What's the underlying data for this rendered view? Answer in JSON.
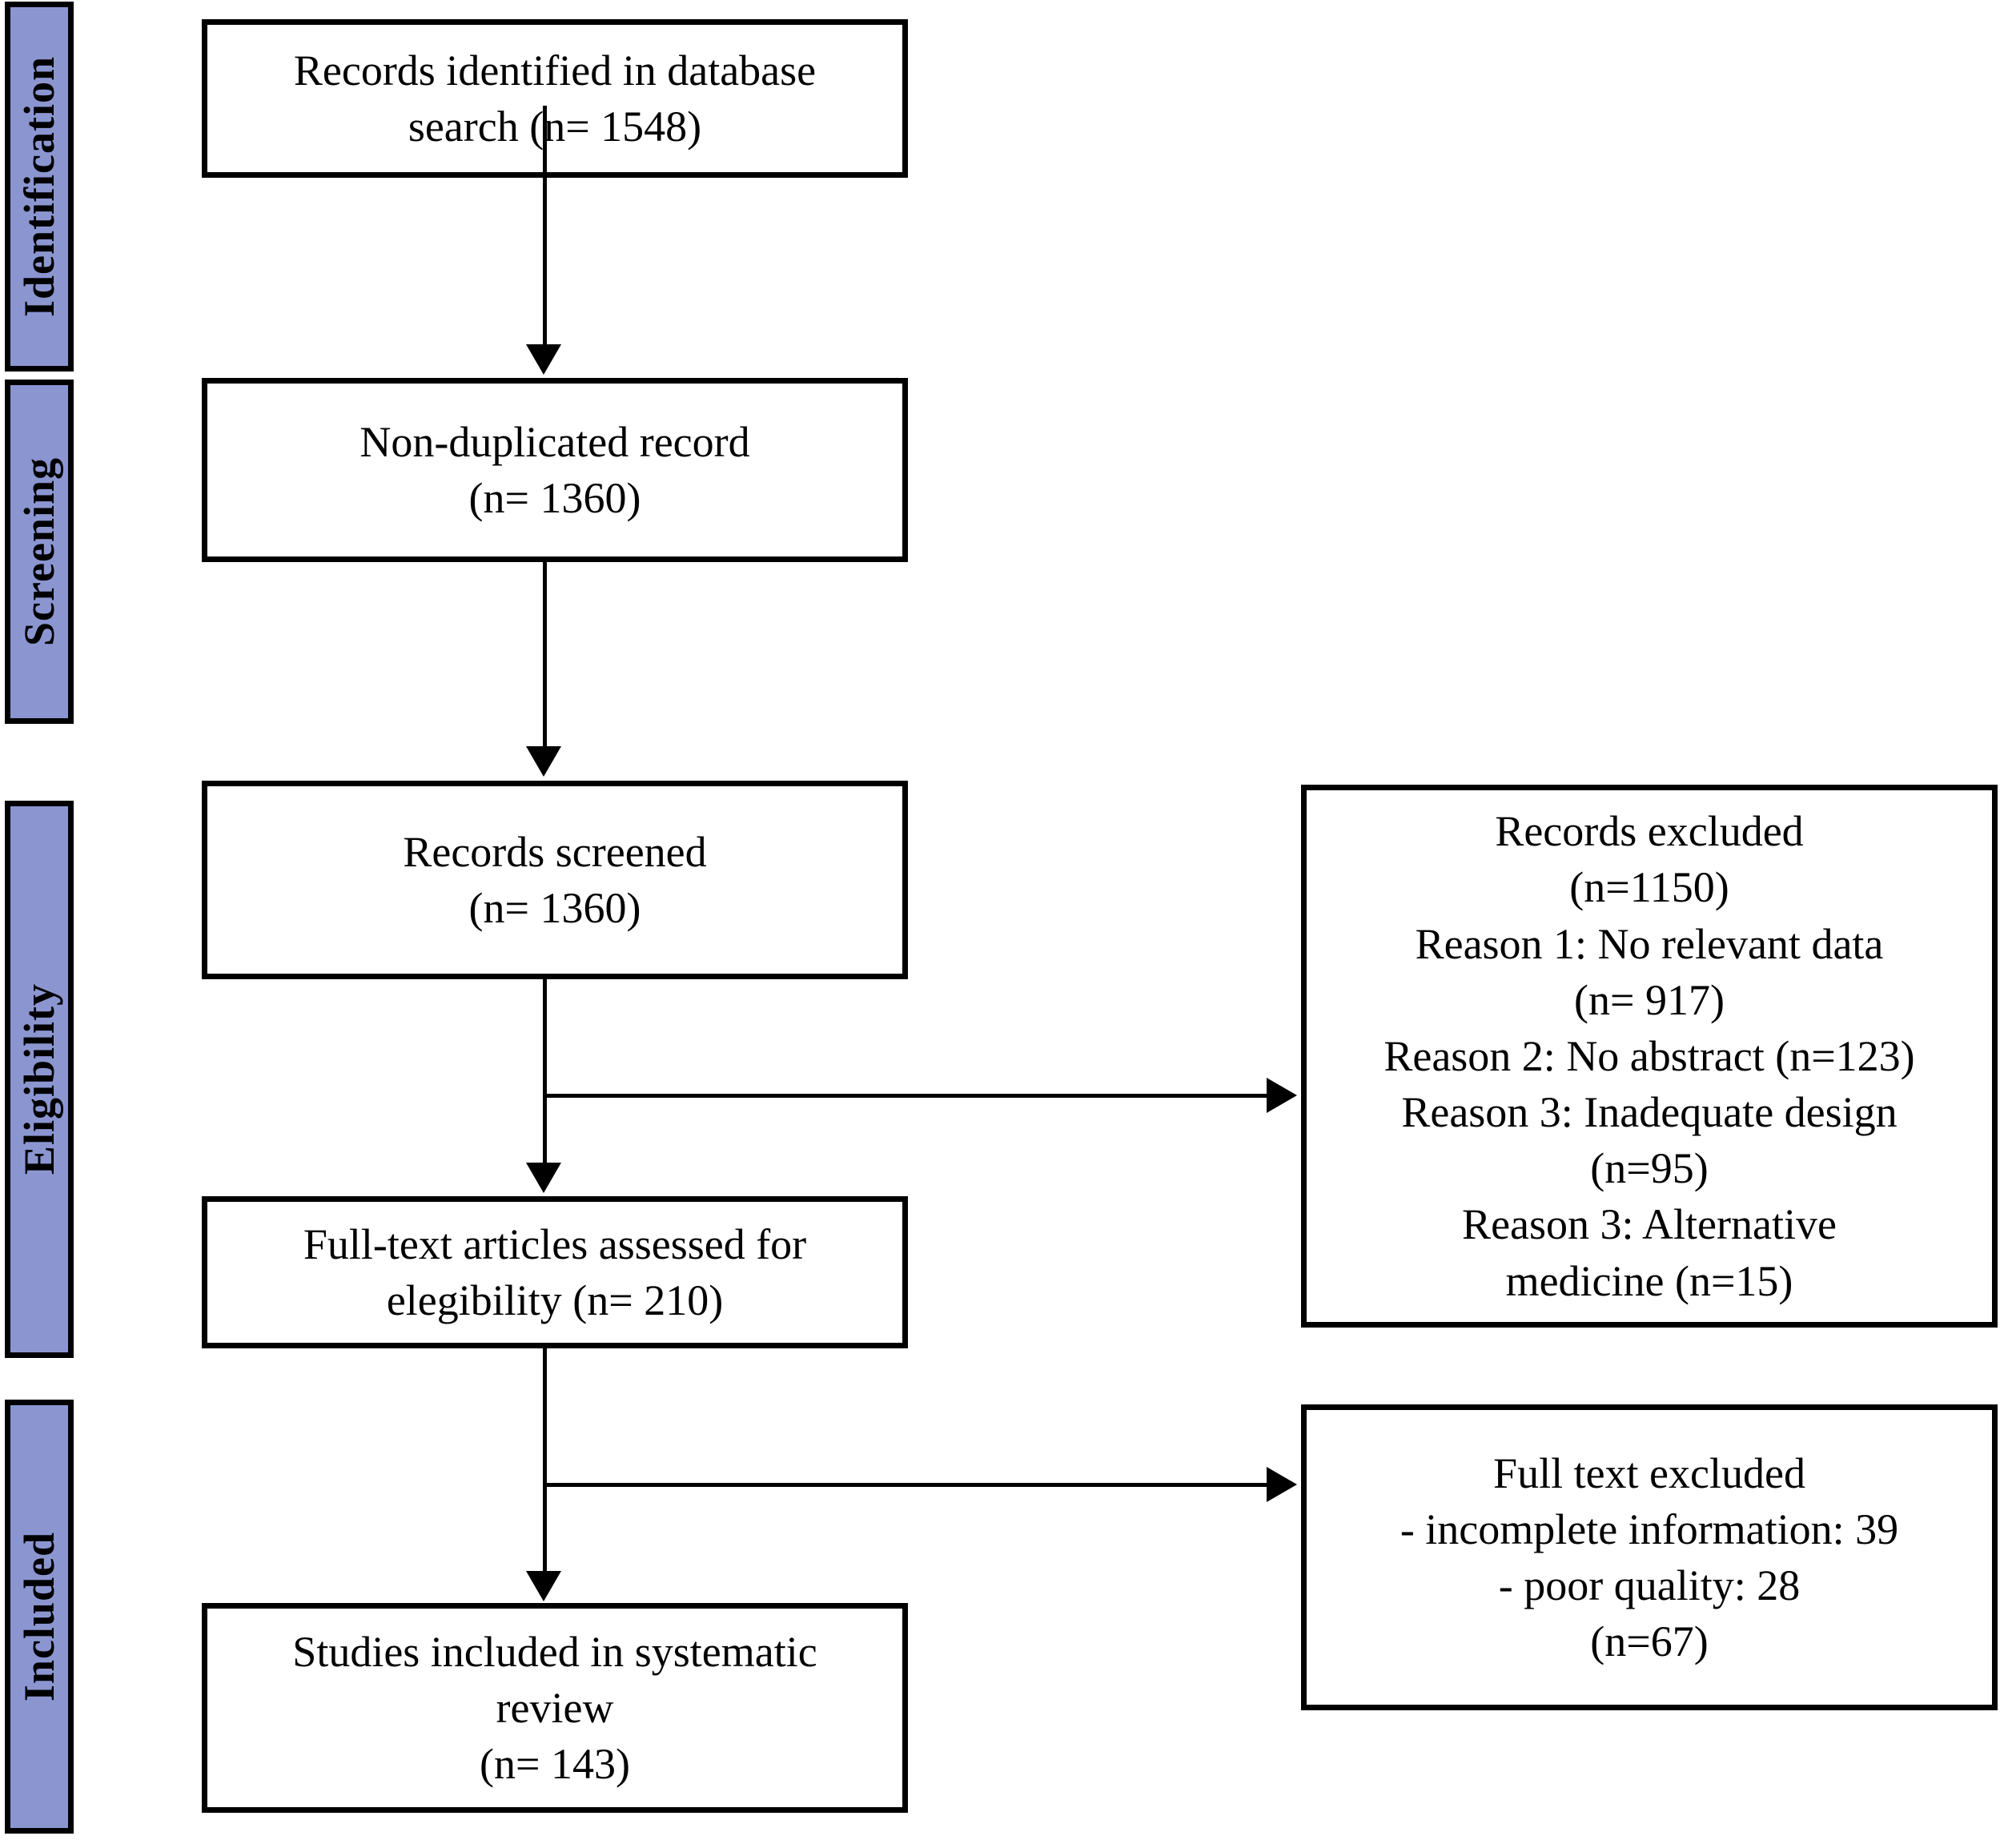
{
  "diagram": {
    "title": "PRISMA flow diagram",
    "accent_color": "#8b96d1",
    "border_color": "#000000",
    "background_color": "#ffffff"
  },
  "stages": [
    {
      "label": "Identification"
    },
    {
      "label": "Screening"
    },
    {
      "label": "Eligibility"
    },
    {
      "label": "Included"
    }
  ],
  "main_boxes": [
    {
      "id": "records-identified",
      "text": "Records identified in database\nsearch (n= 1548)",
      "n": 1548
    },
    {
      "id": "non-duplicated",
      "text": "Non-duplicated record\n(n= 1360)",
      "n": 1360
    },
    {
      "id": "records-screened",
      "text": "Records screened\n(n= 1360)",
      "n": 1360
    },
    {
      "id": "full-text-assessed",
      "text": "Full-text articles assessed for\nelegibility (n= 210)",
      "n": 210
    },
    {
      "id": "studies-included",
      "text": "Studies included in systematic\nreview\n(n= 143)",
      "n": 143
    }
  ],
  "side_boxes": [
    {
      "id": "records-excluded",
      "text": "Records excluded\n(n=1150)\nReason 1: No relevant data\n(n= 917)\nReason 2: No abstract (n=123)\nReason 3: Inadequate design\n(n=95)\nReason 3: Alternative\nmedicine (n=15)",
      "total": 1150,
      "reasons": [
        {
          "label": "Reason 1: No relevant data",
          "n": 917
        },
        {
          "label": "Reason 2: No abstract",
          "n": 123
        },
        {
          "label": "Reason 3: Inadequate design",
          "n": 95
        },
        {
          "label": "Reason 3: Alternative medicine",
          "n": 15
        }
      ]
    },
    {
      "id": "full-text-excluded",
      "text": "Full text excluded\n- incomplete information: 39\n- poor quality: 28\n(n=67)",
      "total": 67,
      "reasons": [
        {
          "label": "- incomplete information",
          "n": 39
        },
        {
          "label": "- poor quality",
          "n": 28
        }
      ]
    }
  ]
}
